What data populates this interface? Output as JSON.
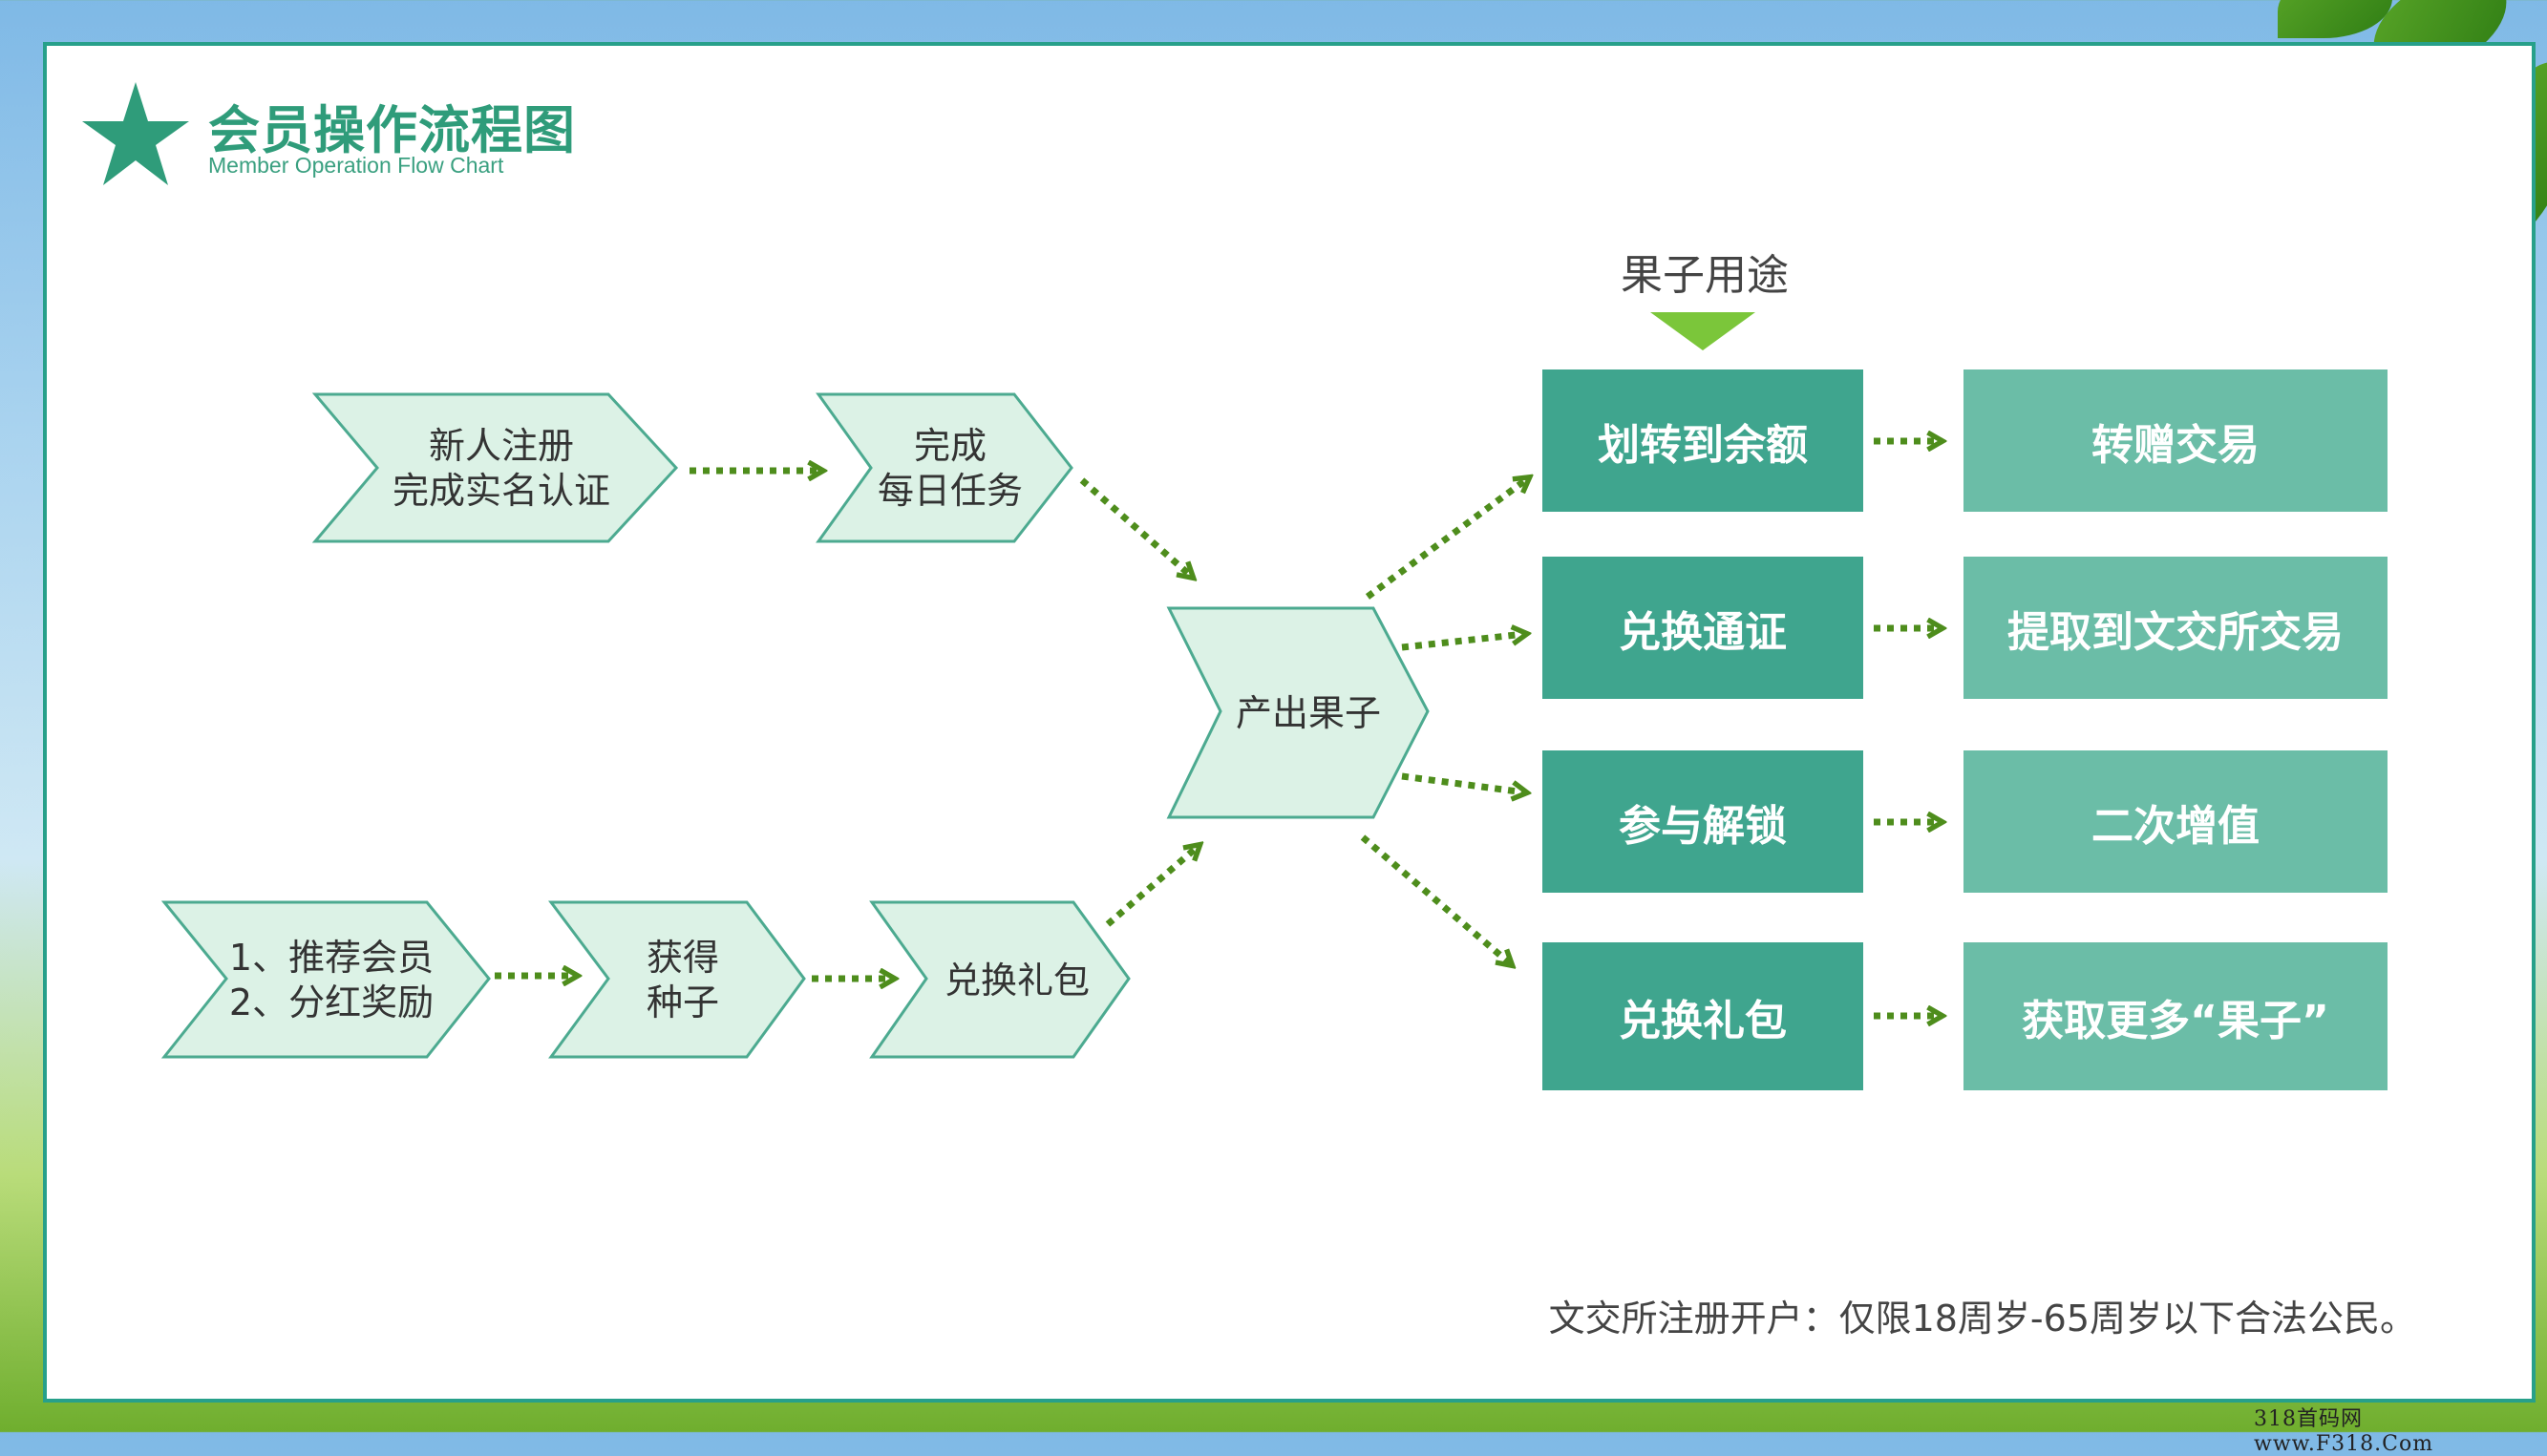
{
  "header": {
    "title": "会员操作流程图",
    "subtitle": "Member Operation Flow Chart"
  },
  "flow": {
    "register": "新人注册\n完成实名认证",
    "daily_task": "完成\n每日任务",
    "recommend": "1、推荐会员\n2、分红奖励",
    "get_seed": "获得\n种子",
    "exchange_gift_input": "兑换礼包",
    "produce_fruit": "产出果子"
  },
  "uses": {
    "title": "果子用途",
    "items": [
      {
        "action": "划转到余额",
        "result": "转赠交易"
      },
      {
        "action": "兑换通证",
        "result": "提取到文交所交易"
      },
      {
        "action": "参与解锁",
        "result": "二次增值"
      },
      {
        "action": "兑换礼包",
        "result": "获取更多“果子”"
      }
    ]
  },
  "footer_note": "文交所注册开户：仅限18周岁-65周岁以下合法公民。",
  "watermark": "318首码网 www.F318.Com",
  "colors": {
    "chevron_fill": "#dcf2e6",
    "chevron_stroke": "#4caa90",
    "box_dark": "#3fa58e",
    "box_light": "#6bbda7",
    "arrow": "#4e8d1c",
    "title": "#2f9c7a"
  },
  "icons": {
    "title_icon": "star-icon",
    "uses_marker": "triangle-down-icon"
  }
}
